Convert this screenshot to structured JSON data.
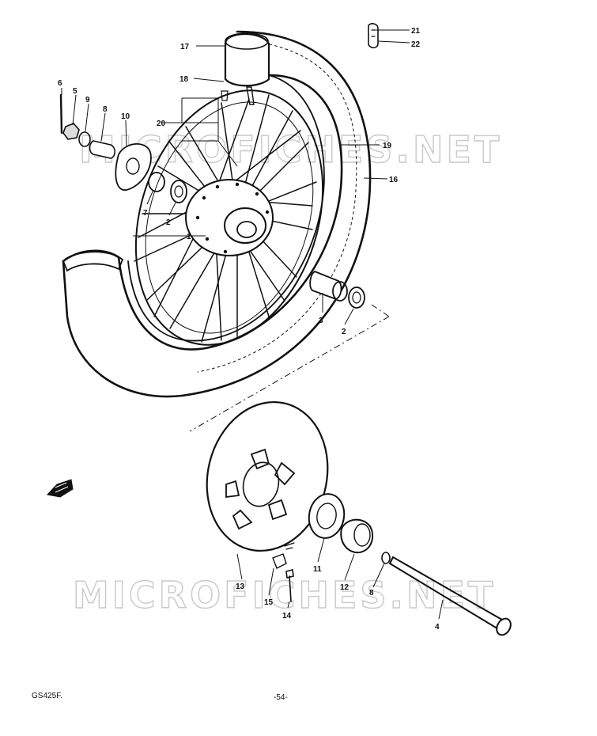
{
  "watermark": "MICROFICHES.NET",
  "footer": {
    "model": "GS425F.",
    "page": "-54-"
  },
  "callouts": [
    {
      "id": "c1",
      "text": "1"
    },
    {
      "id": "c2a",
      "text": "2"
    },
    {
      "id": "c2b",
      "text": "2"
    },
    {
      "id": "c3",
      "text": "3"
    },
    {
      "id": "c4",
      "text": "4"
    },
    {
      "id": "c5",
      "text": "5"
    },
    {
      "id": "c6",
      "text": "6"
    },
    {
      "id": "c7",
      "text": "7"
    },
    {
      "id": "c8a",
      "text": "8"
    },
    {
      "id": "c8b",
      "text": "8"
    },
    {
      "id": "c9",
      "text": "9"
    },
    {
      "id": "c10",
      "text": "10"
    },
    {
      "id": "c11",
      "text": "11"
    },
    {
      "id": "c12",
      "text": "12"
    },
    {
      "id": "c13",
      "text": "13"
    },
    {
      "id": "c14",
      "text": "14"
    },
    {
      "id": "c15",
      "text": "15"
    },
    {
      "id": "c16",
      "text": "16"
    },
    {
      "id": "c17",
      "text": "17"
    },
    {
      "id": "c18",
      "text": "18"
    },
    {
      "id": "c19",
      "text": "19"
    },
    {
      "id": "c20",
      "text": "20"
    },
    {
      "id": "c21",
      "text": "21"
    },
    {
      "id": "c22",
      "text": "22"
    }
  ]
}
